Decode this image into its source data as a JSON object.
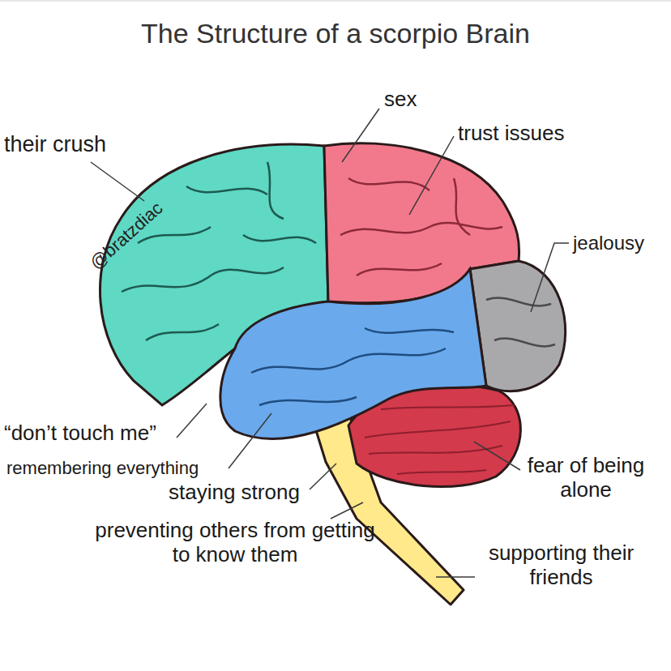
{
  "diagram": {
    "title": "The Structure of a scorpio Brain",
    "labels": [
      "their crush",
      "@bratzdiac",
      "sex",
      "trust issues",
      "jealousy",
      "“don’t touch me”",
      "remembering everything",
      "staying strong",
      "preventing others from getting to know them",
      "fear of being alone",
      "supporting their friends"
    ]
  }
}
